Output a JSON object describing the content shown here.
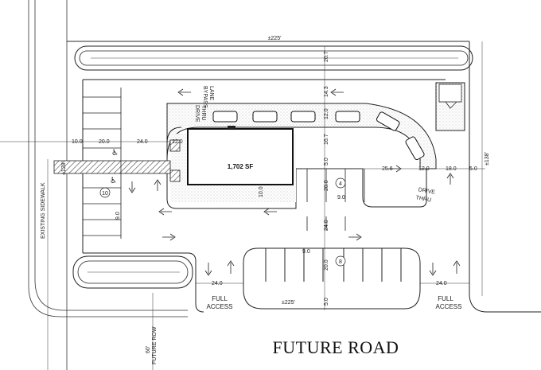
{
  "road_name": "FUTURE ROAD",
  "building_area": "1,702 SF",
  "lanes": {
    "bypass": [
      "BYPASS",
      "LANE"
    ],
    "drive_thru": [
      "DRIVE",
      "THRU"
    ]
  },
  "existing_sidewalk": "EXISTING SIDEWALK",
  "future_row": [
    "60'",
    "FUTURE ROW"
  ],
  "access": {
    "left": [
      "FULL",
      "ACCESS"
    ],
    "right": [
      "FULL",
      "ACCESS"
    ]
  },
  "parking_counts": {
    "left": "10",
    "middle": "4",
    "bottom": "8"
  },
  "dimensions": {
    "top_width": "±225'",
    "bottom_width": "±225'",
    "right_depth": "±138'",
    "left_depth": "±128'",
    "vertical": [
      "20.7",
      "14.3",
      "12.0",
      "16.7",
      "5.0",
      "20.0",
      "9.0",
      "24.0",
      "20.0",
      "5.0",
      "9.0",
      "10.0"
    ],
    "horizontal": [
      "10.0",
      "20.0",
      "24.0",
      "12.0",
      "25.6",
      "12.0",
      "18.0",
      "5.0",
      "24.0",
      "24.0"
    ]
  },
  "colors": {
    "line": "#222222",
    "hatch": "#555555",
    "stipple": "#e6e6e6",
    "building": "#111111"
  }
}
